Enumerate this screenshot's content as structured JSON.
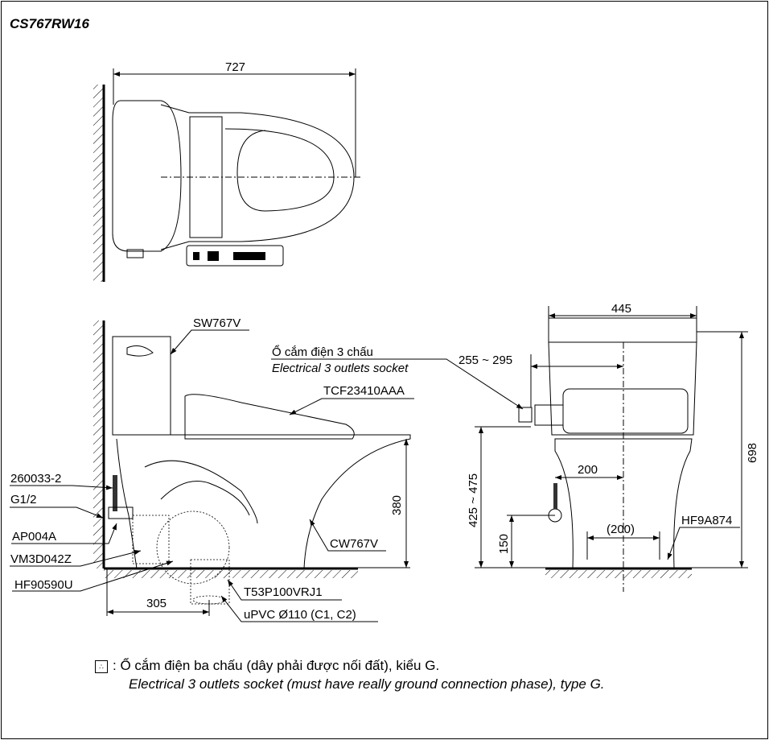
{
  "model": "CS767RW16",
  "top_view": {
    "width_dim": "727"
  },
  "side_view": {
    "labels": {
      "tank": "SW767V",
      "seat": "TCF23410AAA",
      "bowl": "CW767V",
      "hose": "260033-2",
      "thread": "G1/2",
      "valve": "AP004A",
      "trap": "VM3D042Z",
      "bolt": "HF90590U",
      "flange": "T53P100VRJ1",
      "pipe": "uPVC Ø110 (C1, C2)"
    },
    "dims": {
      "rough_in": "305",
      "height": "380"
    },
    "socket_vi": "Ổ cắm điện 3 chấu",
    "socket_en": "Electrical 3 outlets socket"
  },
  "front_view": {
    "dims": {
      "width": "445",
      "total_height": "698",
      "socket_offset": "255 ~ 295",
      "socket_height": "425 ~ 475",
      "supply_height": "150",
      "supply_offset": "200",
      "bolt_spacing": "(200)"
    },
    "labels": {
      "fixing": "HF9A874"
    }
  },
  "legend": {
    "icon": "socket-icon",
    "vi": ": Ổ cắm điện ba chấu (dây phải được nối đất), kiểu G.",
    "en": "Electrical 3 outlets socket (must have really ground connection phase), type G."
  }
}
